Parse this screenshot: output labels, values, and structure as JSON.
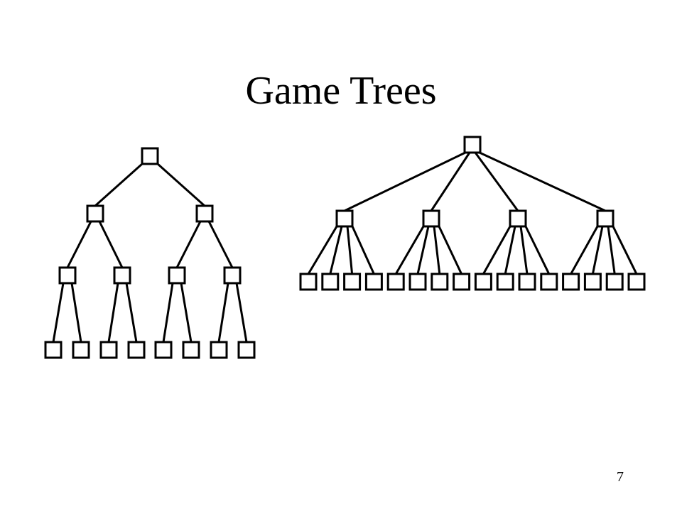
{
  "slide": {
    "title": "Game Trees",
    "page_number": "7"
  },
  "trees": [
    {
      "name": "binary-tree",
      "branching_factor": 2,
      "depth": 3,
      "leaf_count": 8
    },
    {
      "name": "quaternary-tree",
      "branching_factor": 4,
      "depth": 2,
      "leaf_count": 16
    }
  ],
  "colors": {
    "background": "#ffffff",
    "stroke": "#000000"
  }
}
